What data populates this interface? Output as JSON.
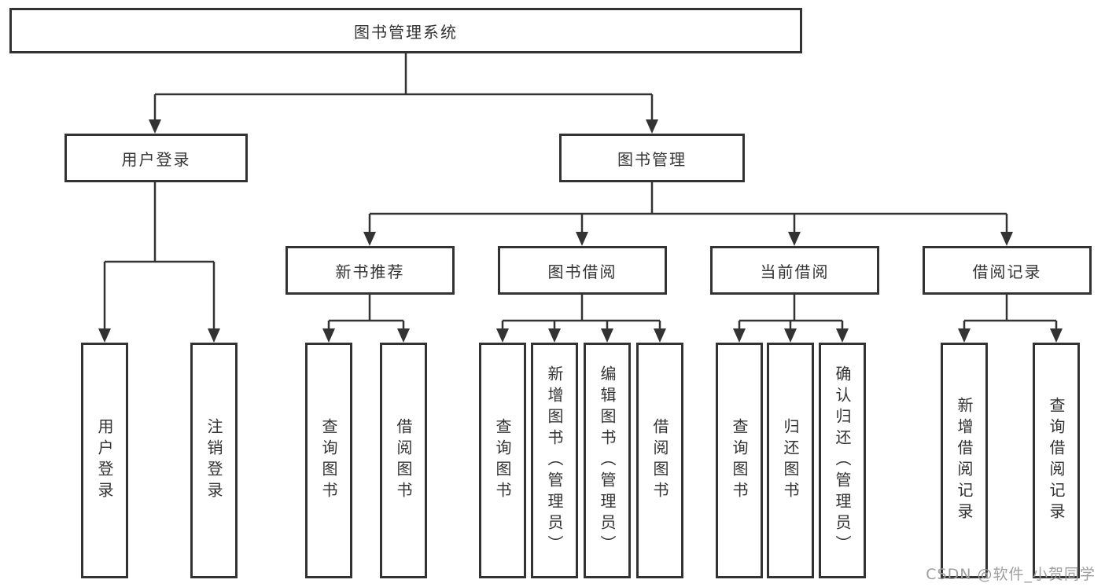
{
  "diagram": {
    "tree": {
      "label": "图书管理系统",
      "children": [
        {
          "label": "用户登录",
          "children": [
            {
              "label": "用户登录"
            },
            {
              "label": "注销登录"
            }
          ]
        },
        {
          "label": "图书管理",
          "children": [
            {
              "label": "新书推荐",
              "children": [
                {
                  "label": "查询图书"
                },
                {
                  "label": "借阅图书"
                }
              ]
            },
            {
              "label": "图书借阅",
              "children": [
                {
                  "label": "查询图书"
                },
                {
                  "label": "新增图书（管理员）"
                },
                {
                  "label": "编辑图书（管理员）"
                },
                {
                  "label": "借阅图书"
                }
              ]
            },
            {
              "label": "当前借阅",
              "children": [
                {
                  "label": "查询图书"
                },
                {
                  "label": "归还图书"
                },
                {
                  "label": "确认归还（管理员）"
                }
              ]
            },
            {
              "label": "借阅记录",
              "children": [
                {
                  "label": "新增借阅记录"
                },
                {
                  "label": "查询借阅记录"
                }
              ]
            }
          ]
        }
      ]
    },
    "watermark": "CSDN @软件_小贺同学",
    "colors": {
      "line": "#333333",
      "text": "#333333",
      "watermark": "#9e9e9e",
      "background": "#ffffff"
    }
  }
}
